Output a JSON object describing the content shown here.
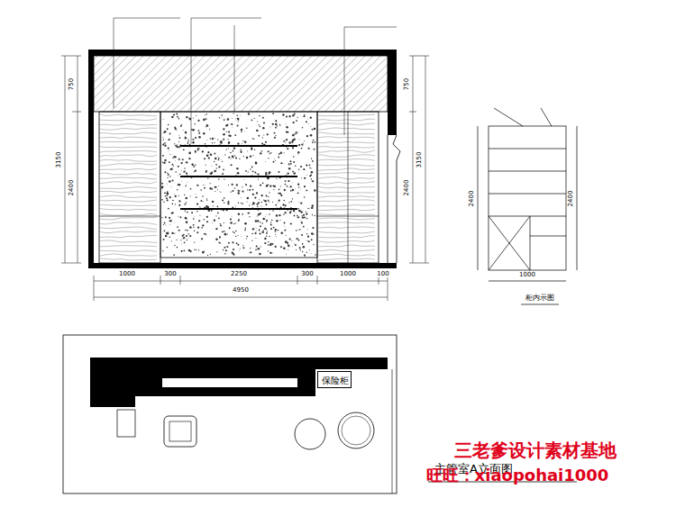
{
  "diagram": {
    "title": "主管室A立面图",
    "nodes": [
      {
        "text": [
          "保险柜"
        ]
      }
    ],
    "labels": [
      "1000",
      "300",
      "2250",
      "300",
      "1000",
      "100",
      "4950",
      "750",
      "2400",
      "3150",
      "750",
      "2400",
      "3150",
      "2400",
      "2400",
      "1000",
      "柜内示图",
      "三老爹设计素材基地",
      "旺旺：xiaopohai1000"
    ]
  }
}
